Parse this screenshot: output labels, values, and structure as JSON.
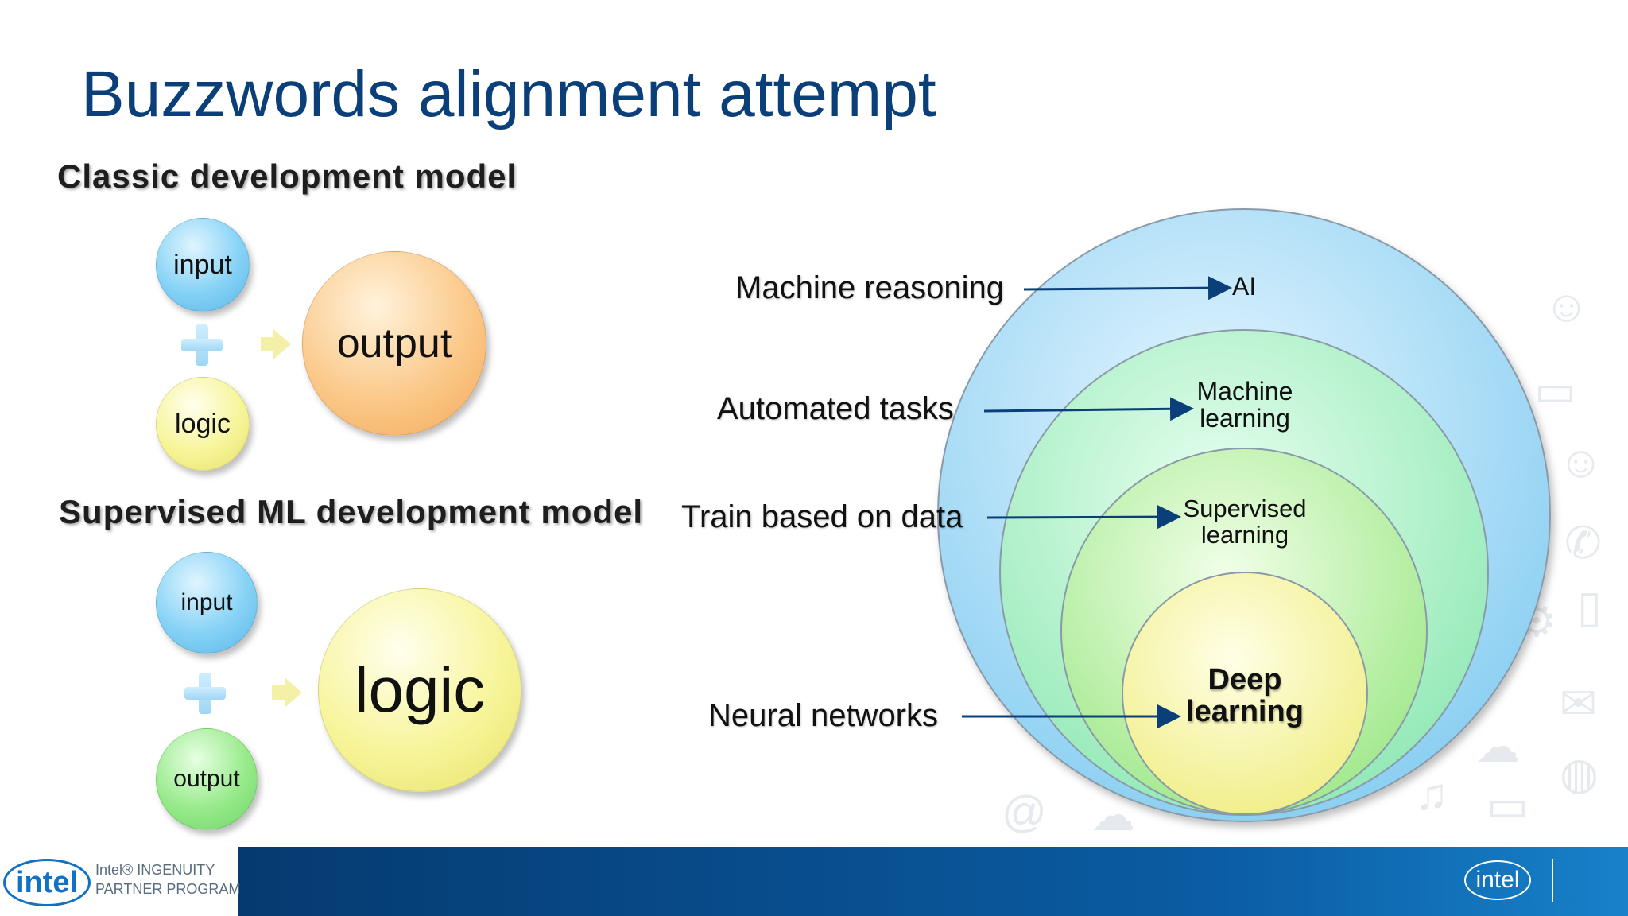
{
  "title": "Buzzwords alignment attempt",
  "classic": {
    "heading": "Classic development model",
    "input": "input",
    "logic": "logic",
    "output": "output"
  },
  "supervised": {
    "heading": "Supervised ML development model",
    "input": "input",
    "output": "output",
    "logic": "logic"
  },
  "nested_circles": {
    "rings": [
      {
        "label": "AI",
        "color": "#a9dcf7"
      },
      {
        "label": "Machine learning",
        "line1": "Machine",
        "line2": "learning",
        "color": "#b4efc8"
      },
      {
        "label": "Supervised learning",
        "line1": "Supervised",
        "line2": "learning",
        "color": "#c7f3b0"
      },
      {
        "label": "Deep learning",
        "line1": "Deep",
        "line2": "learning",
        "color": "#f7f7a8"
      }
    ],
    "pointers": [
      {
        "text": "Machine reasoning",
        "target": "AI"
      },
      {
        "text": "Automated tasks",
        "target": "Machine learning"
      },
      {
        "text": "Train based on data",
        "target": "Supervised learning"
      },
      {
        "text": "Neural networks",
        "target": "Deep learning"
      }
    ]
  },
  "footer": {
    "logo": "intel",
    "program_line1": "Intel® INGENUITY",
    "program_line2": "PARTNER PROGRAM",
    "logo_right": "intel"
  },
  "colors": {
    "title": "#0b3f7a",
    "arrow": "#0b3f7a",
    "footer_blue": "#0b5ca3"
  }
}
